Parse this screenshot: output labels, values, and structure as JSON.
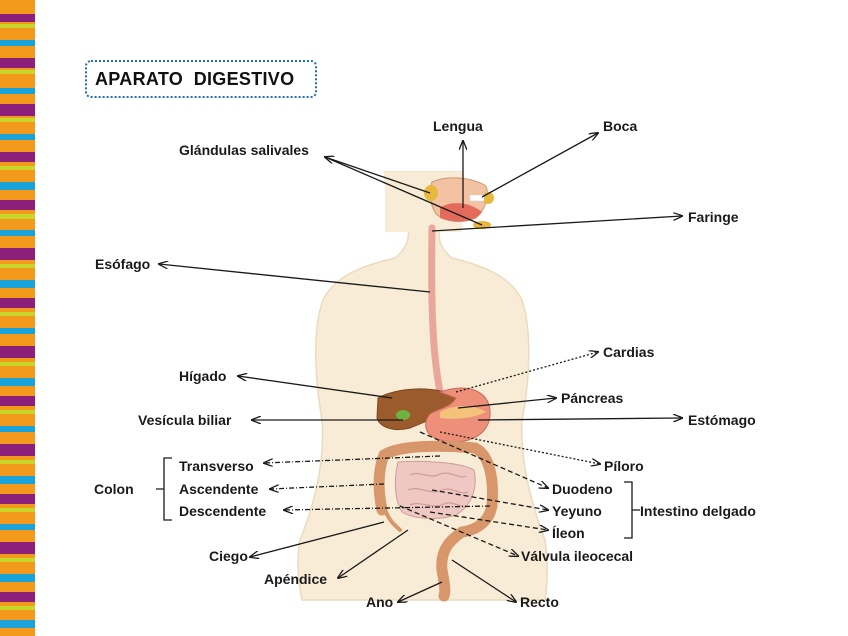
{
  "title": "APARATO  DIGESTIVO",
  "colors": {
    "stripe_orange": "#f39a1d",
    "stripe_purple": "#8b1f7a",
    "stripe_blue": "#1aa3d9",
    "stripe_lime": "#c8d62b",
    "title_border": "#1f6fb4"
  },
  "labels": {
    "lengua": "Lengua",
    "boca": "Boca",
    "glandulas": "Glándulas salivales",
    "faringe": "Faringe",
    "esofago": "Esófago",
    "cardias": "Cardias",
    "higado": "Hígado",
    "pancreas": "Páncreas",
    "vesicula": "Vesícula biliar",
    "estomago": "Estómago",
    "piloro": "Píloro",
    "colon": "Colon",
    "transverso": "Transverso",
    "ascendente": "Ascendente",
    "descendente": "Descendente",
    "duodeno": "Duodeno",
    "yeyuno": "Yeyuno",
    "ileon": "Íleon",
    "intestino": "Intestino delgado",
    "valvula": "Válvula ileocecal",
    "ciego": "Ciego",
    "apendice": "Apéndice",
    "ano": "Ano",
    "recto": "Recto"
  }
}
